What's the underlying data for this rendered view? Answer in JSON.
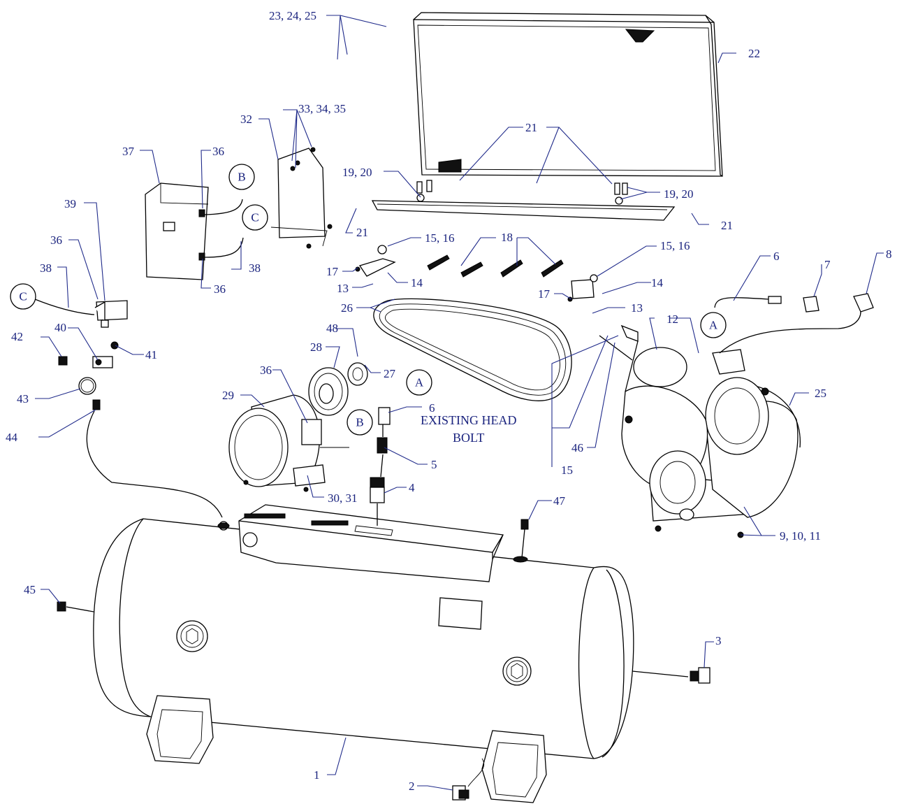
{
  "callouts": [
    {
      "id": "c1",
      "text": "1"
    },
    {
      "id": "c2",
      "text": "2"
    },
    {
      "id": "c3",
      "text": "3"
    },
    {
      "id": "c4",
      "text": "4"
    },
    {
      "id": "c5",
      "text": "5"
    },
    {
      "id": "c6a",
      "text": "6"
    },
    {
      "id": "c6b",
      "text": "6"
    },
    {
      "id": "c7",
      "text": "7"
    },
    {
      "id": "c8",
      "text": "8"
    },
    {
      "id": "c9",
      "text": "9, 10, 11"
    },
    {
      "id": "c12",
      "text": "12"
    },
    {
      "id": "c13a",
      "text": "13"
    },
    {
      "id": "c13b",
      "text": "13"
    },
    {
      "id": "c14a",
      "text": "14"
    },
    {
      "id": "c14b",
      "text": "14"
    },
    {
      "id": "c15a",
      "text": "15, 16"
    },
    {
      "id": "c15b",
      "text": "15, 16"
    },
    {
      "id": "c15c",
      "text": "15"
    },
    {
      "id": "c17a",
      "text": "17"
    },
    {
      "id": "c17b",
      "text": "17"
    },
    {
      "id": "c18",
      "text": "18"
    },
    {
      "id": "c19a",
      "text": "19, 20"
    },
    {
      "id": "c19b",
      "text": "19, 20"
    },
    {
      "id": "c21a",
      "text": "21"
    },
    {
      "id": "c21b",
      "text": "21"
    },
    {
      "id": "c21c",
      "text": "21"
    },
    {
      "id": "c22",
      "text": "22"
    },
    {
      "id": "c23",
      "text": "23, 24, 25"
    },
    {
      "id": "c25",
      "text": "25"
    },
    {
      "id": "c26",
      "text": "26"
    },
    {
      "id": "c27",
      "text": "27"
    },
    {
      "id": "c28",
      "text": "28"
    },
    {
      "id": "c29",
      "text": "29"
    },
    {
      "id": "c30",
      "text": "30, 31"
    },
    {
      "id": "c32",
      "text": "32"
    },
    {
      "id": "c33",
      "text": "33, 34, 35"
    },
    {
      "id": "c36a",
      "text": "36"
    },
    {
      "id": "c36b",
      "text": "36"
    },
    {
      "id": "c36c",
      "text": "36"
    },
    {
      "id": "c36d",
      "text": "36"
    },
    {
      "id": "c37",
      "text": "37"
    },
    {
      "id": "c38a",
      "text": "38"
    },
    {
      "id": "c38b",
      "text": "38"
    },
    {
      "id": "c39",
      "text": "39"
    },
    {
      "id": "c40",
      "text": "40"
    },
    {
      "id": "c41",
      "text": "41"
    },
    {
      "id": "c42",
      "text": "42"
    },
    {
      "id": "c43",
      "text": "43"
    },
    {
      "id": "c44",
      "text": "44"
    },
    {
      "id": "c45",
      "text": "45"
    },
    {
      "id": "c46",
      "text": "46"
    },
    {
      "id": "c47",
      "text": "47"
    },
    {
      "id": "c48",
      "text": "48"
    }
  ],
  "connectors": {
    "a": "A",
    "b": "B",
    "c": "C"
  },
  "note": {
    "line1": "EXISTING HEAD",
    "line2": "BOLT"
  },
  "colors": {
    "callout": "#1a237e",
    "linework": "#000000"
  }
}
